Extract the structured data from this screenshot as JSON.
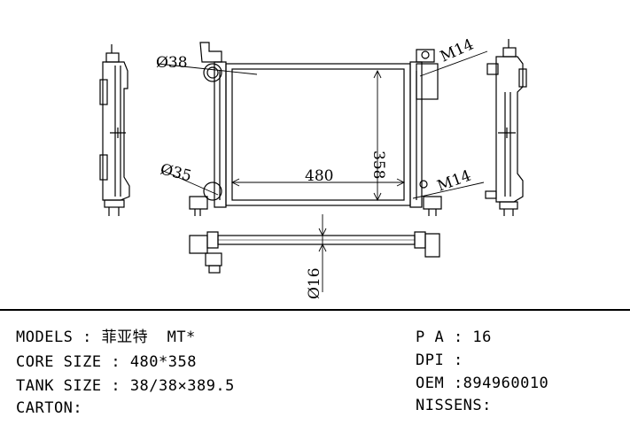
{
  "drawing": {
    "dimensions": {
      "inlet_diameter": "Ø38",
      "outlet_diameter": "Ø35",
      "thread_top": "M14",
      "thread_bottom": "M14",
      "height_label": "358",
      "width_label": "480",
      "depth_label": "Ø16"
    }
  },
  "specs": {
    "models": "MODELS : 菲亚特  MT*",
    "core_size": "CORE SIZE : 480*358",
    "tank_size": "TANK SIZE : 38/38×389.5",
    "carton": "CARTON:",
    "pa": "P A : 16",
    "dpi": "DPI :",
    "oem": "OEM :894960010",
    "nissens": "NISSENS:"
  }
}
